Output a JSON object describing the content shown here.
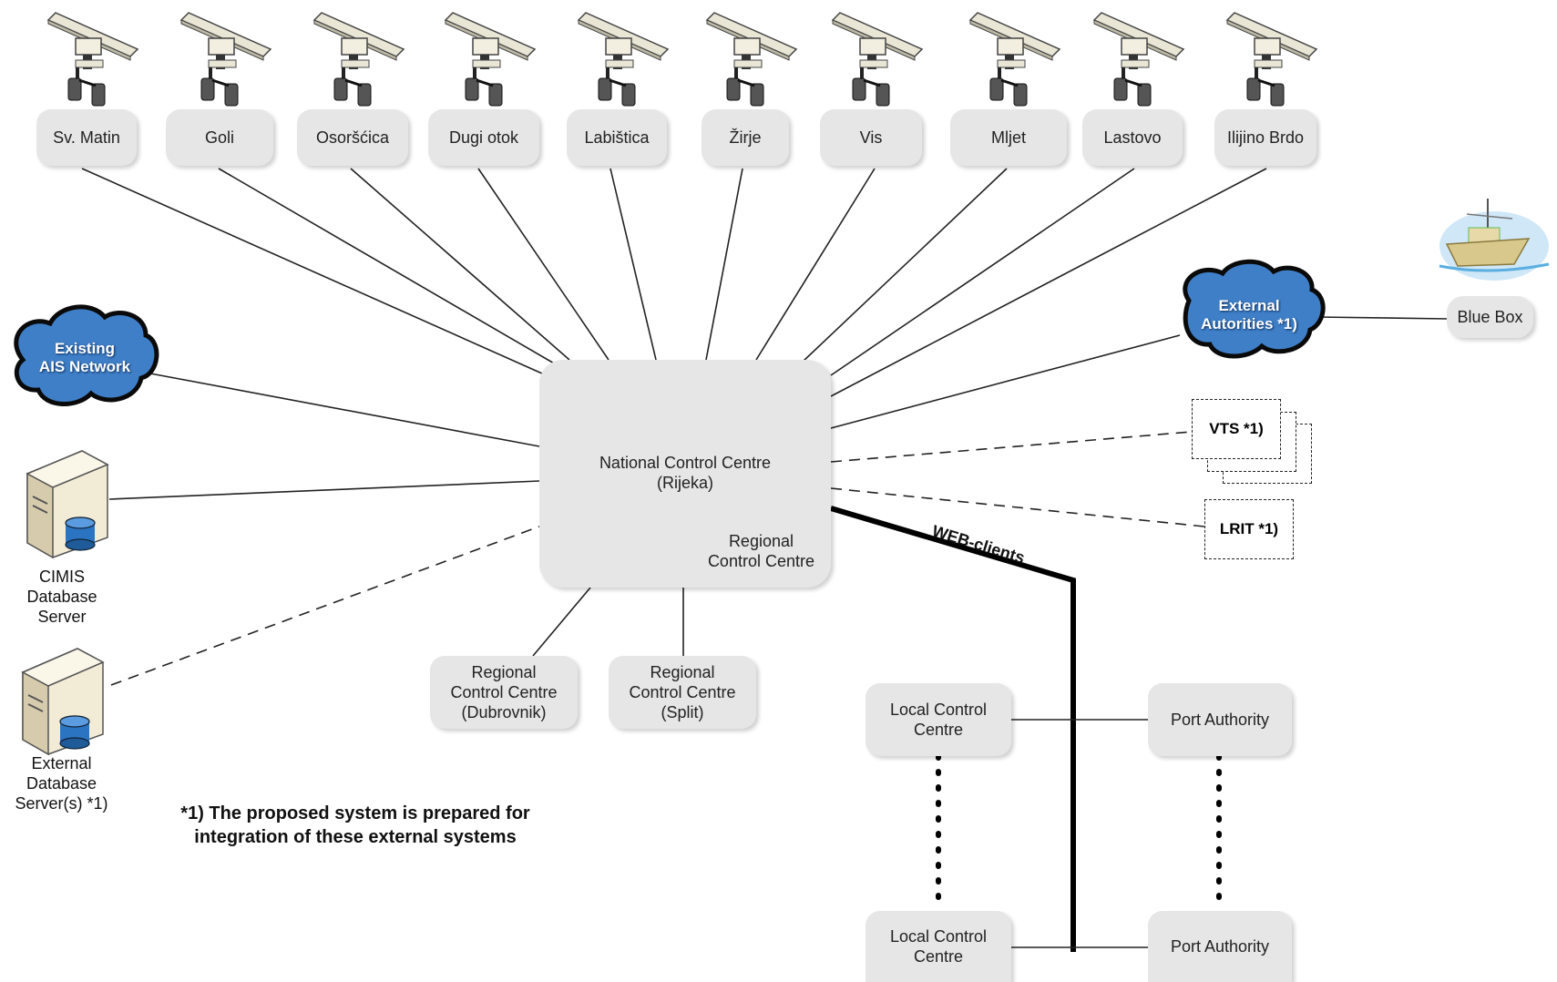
{
  "radar_sites": [
    "Sv. Matin",
    "Goli",
    "Osoršćica",
    "Dugi otok",
    "Labištica",
    "Žirje",
    "Vis",
    "Mljet",
    "Lastovo",
    "Ilijino Brdo"
  ],
  "national_centre": {
    "line1": "National Control Centre",
    "line2": "(Rijeka)",
    "regional": "Regional\nControl Centre"
  },
  "regional_centres": [
    {
      "label": "Regional\nControl Centre\n(Dubrovnik)"
    },
    {
      "label": "Regional\nControl Centre\n(Split)"
    }
  ],
  "existing_ais": "Existing\nAIS Network",
  "external_authorities": "External\nAutorities *1)",
  "blue_box": "Blue Box",
  "vts": "VTS *1)",
  "lrit": "LRIT *1)",
  "web_clients": "WEB-clients",
  "cimis": "CIMIS\nDatabase\nServer",
  "external_db": "External\nDatabase\nServer(s) *1)",
  "local_centres": [
    "Local Control\nCentre",
    "Local Control\nCentre"
  ],
  "port_authorities": [
    "Port Authority",
    "Port Authority"
  ],
  "footnote": "*1) The proposed system is prepared for\nintegration of these external systems"
}
